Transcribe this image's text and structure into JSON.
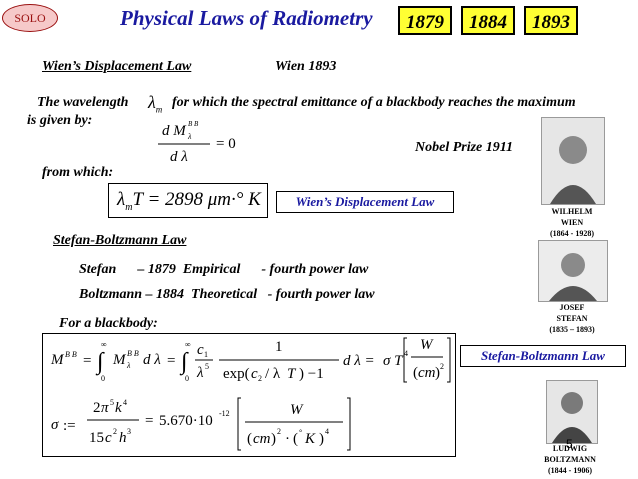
{
  "header": {
    "solo_label": "SOLO",
    "title": "Physical Laws of Radiometry",
    "years": [
      "1879",
      "1884",
      "1893"
    ]
  },
  "wien": {
    "section_title": "Wien’s Displacement Law",
    "year_note": "Wien 1893",
    "sentence_start": "The wavelength",
    "sentence_end": "for which the spectral emittance of a blackbody reaches the maximum",
    "sentence_line2": "is given by:",
    "nobel": "Nobel Prize 1911",
    "from_which": "from which:",
    "formula_text": "λmT = 2898 μm·°K",
    "label": "Wien’s Displacement Law"
  },
  "stefan_boltzmann": {
    "section_title": "Stefan-Boltzmann Law",
    "stefan_line": "Stefan      – 1879  Empirical      - fourth power law",
    "boltzmann_line": "Boltzmann – 1884  Theoretical   - fourth power law",
    "blackbody": "For a blackbody:",
    "label": "Stefan-Boltzmann Law",
    "sigma_value": "5.670·10",
    "sigma_exp": "-12"
  },
  "portraits": [
    {
      "name": "WILHELM",
      "name2": "WIEN",
      "dates": "(1864 - 1928)"
    },
    {
      "name": "JOSEF",
      "name2": "STEFAN",
      "dates": "(1835 – 1893)"
    },
    {
      "name": "LUDWIG",
      "name2": "BOLTZMANN",
      "dates": "(1844 - 1906)"
    }
  ],
  "page_number": "5"
}
